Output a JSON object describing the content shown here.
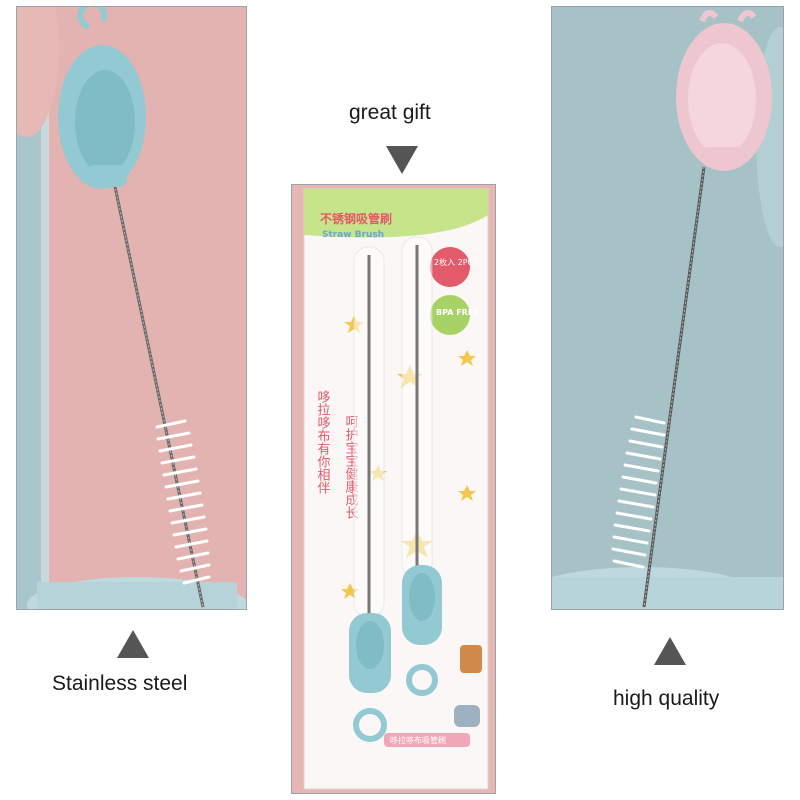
{
  "captions": {
    "top": "great gift",
    "left": "Stainless steel",
    "right": "high quality"
  },
  "package": {
    "title_cn": "不锈钢吸管刷",
    "title_en": "Straw Brush",
    "badge_count": "2枚入 2PCS",
    "badge_bpa": "BPA FREE",
    "slogan_col1": "哆拉哆布有你相伴",
    "slogan_col2": "呵护宝宝健康成长",
    "bottom_label": "哆拉哆布吸管刷"
  },
  "colors": {
    "pink_bg": "#e3b4b1",
    "teal_bg": "#a9c6cc",
    "brush_handle_blue": "#92c9d2",
    "brush_handle_pink": "#eec6cf",
    "card_green": "#c6e48a",
    "arrow": "#555555"
  }
}
